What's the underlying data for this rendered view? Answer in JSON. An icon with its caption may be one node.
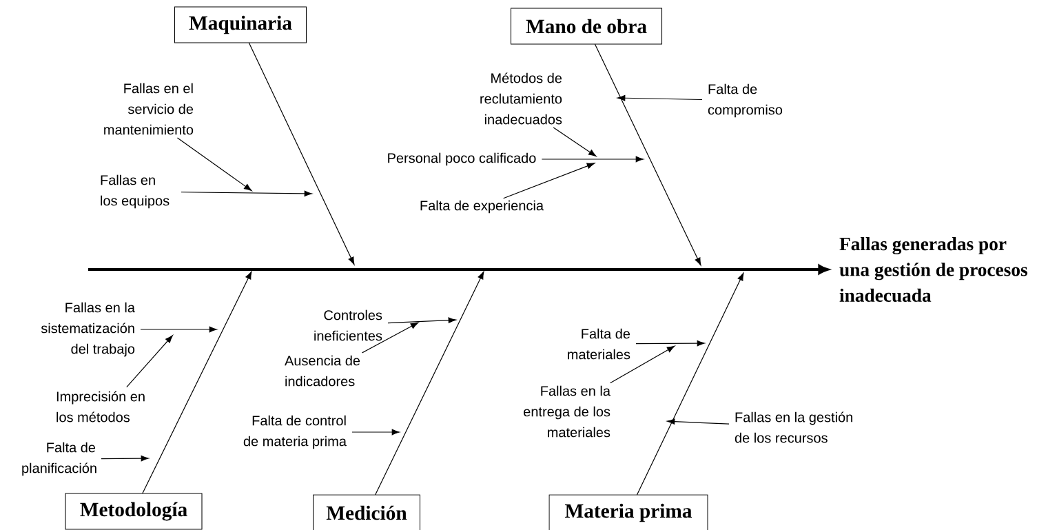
{
  "diagram": {
    "nodes": [
      {
        "text": [
          "Maquinaria"
        ]
      },
      {
        "text": [
          "Mano de obra"
        ]
      },
      {
        "text": [
          "Metodología"
        ]
      },
      {
        "text": [
          "Medición"
        ]
      },
      {
        "text": [
          "Materia prima"
        ]
      },
      {
        "text": [
          "Fallas generadas por una gestión de procesos inadecuada"
        ]
      },
      {
        "text": [
          "Fallas en el servicio de mantenimiento"
        ]
      },
      {
        "text": [
          "Fallas en los equipos"
        ]
      },
      {
        "text": [
          "Métodos de reclutamiento inadecuados"
        ]
      },
      {
        "text": [
          "Personal poco calificado"
        ]
      },
      {
        "text": [
          "Falta de experiencia"
        ]
      },
      {
        "text": [
          "Falta de compromiso"
        ]
      },
      {
        "text": [
          "Fallas en la sistematización del trabajo"
        ]
      },
      {
        "text": [
          "Imprecisión en los métodos"
        ]
      },
      {
        "text": [
          "Falta de planificación"
        ]
      },
      {
        "text": [
          "Controles ineficientes"
        ]
      },
      {
        "text": [
          "Ausencia de indicadores"
        ]
      },
      {
        "text": [
          "Falta de control de materia prima"
        ]
      },
      {
        "text": [
          "Falta de materiales"
        ]
      },
      {
        "text": [
          "Fallas en la entrega de los materiales"
        ]
      },
      {
        "text": [
          "Fallas en la gestión de los recursos"
        ]
      }
    ],
    "edges": [
      {
        "from": null,
        "to": 5,
        "arrow": "to",
        "style": "thick"
      },
      {
        "from": 0,
        "to": null,
        "arrow": "to"
      },
      {
        "from": 1,
        "to": null,
        "arrow": "to"
      },
      {
        "from": 2,
        "to": null,
        "arrow": "to"
      },
      {
        "from": 3,
        "to": null,
        "arrow": "to"
      },
      {
        "from": 4,
        "to": null,
        "arrow": "to"
      },
      {
        "from": 6,
        "to": null,
        "arrow": "to"
      },
      {
        "from": 7,
        "to": null,
        "arrow": "to"
      },
      {
        "from": 8,
        "to": null,
        "arrow": "to"
      },
      {
        "from": 9,
        "to": null,
        "arrow": "to"
      },
      {
        "from": 10,
        "to": null,
        "arrow": "to"
      },
      {
        "from": 11,
        "to": null,
        "arrow": "to"
      },
      {
        "from": 12,
        "to": null,
        "arrow": "to"
      },
      {
        "from": 13,
        "to": null,
        "arrow": "to"
      },
      {
        "from": 14,
        "to": null,
        "arrow": "to"
      },
      {
        "from": 15,
        "to": null,
        "arrow": "to"
      },
      {
        "from": 16,
        "to": null,
        "arrow": "to"
      },
      {
        "from": 17,
        "to": null,
        "arrow": "to"
      },
      {
        "from": 18,
        "to": null,
        "arrow": "to"
      },
      {
        "from": 19,
        "to": null,
        "arrow": "to"
      },
      {
        "from": 20,
        "to": null,
        "arrow": "to"
      }
    ]
  }
}
